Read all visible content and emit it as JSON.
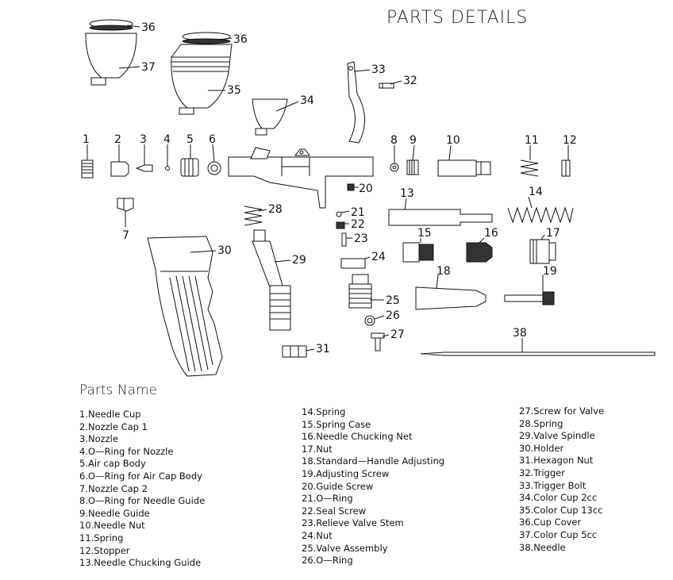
{
  "title": "PARTS DETAILS",
  "parts_heading": "Parts Name",
  "callouts": [
    "1",
    "2",
    "3",
    "4",
    "5",
    "6",
    "7",
    "8",
    "9",
    "10",
    "11",
    "12",
    "13",
    "14",
    "15",
    "16",
    "17",
    "18",
    "19",
    "20",
    "21",
    "22",
    "23",
    "24",
    "25",
    "26",
    "27",
    "28",
    "29",
    "30",
    "31",
    "32",
    "33",
    "34",
    "35",
    "36",
    "36",
    "37",
    "38"
  ],
  "parts_col1": [
    "1.Needle Cup",
    "2.Nozzle Cap 1",
    "3.Nozzle",
    "4.O—Ring for Nozzle",
    "5.Air cap Body",
    "6.O—Ring for Air Cap Body",
    "7.Nozzle Cap 2",
    "8.O—Ring for Needle Guide",
    "9.Needle Guide",
    "10.Needle Nut",
    "11.Spring",
    "12.Stopper",
    "13.Needle Chucking Guide"
  ],
  "parts_col2": [
    "14.Spring",
    "15.Spring Case",
    "16.Needle Chucking Net",
    "17.Nut",
    "18.Standard—Handle Adjusting",
    "19.Adjusting Screw",
    "20.Guide Screw",
    "21.O—Ring",
    "22.Seal Screw",
    "23.Relieve Valve Stem",
    "24.Nut",
    "25.Valve Assembly",
    "26.O—Ring"
  ],
  "parts_col3": [
    "27.Screw for Valve",
    "28.Spring",
    "29.Valve Spindle",
    "30.Holder",
    "31.Hexagon Nut",
    "32.Trigger",
    "33.Trigger Bolt",
    "34.Color Cup 2cc",
    "35.Color Cup 13cc",
    "36.Cup Cover",
    "37.Color Cup 5cc",
    "38.Needle"
  ]
}
